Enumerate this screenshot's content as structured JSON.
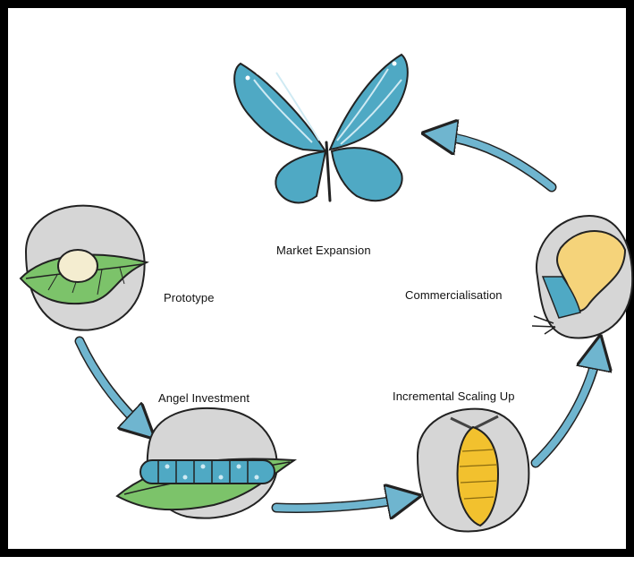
{
  "stages": [
    {
      "id": "prototype",
      "label": "Prototype",
      "icon": "egg-on-leaf-icon"
    },
    {
      "id": "angel",
      "label": "Angel Investment",
      "icon": "caterpillar-icon"
    },
    {
      "id": "incremental",
      "label": "Incremental Scaling Up",
      "icon": "chrysalis-icon"
    },
    {
      "id": "commercialisation",
      "label": "Commercialisation",
      "icon": "emerging-butterfly-icon"
    },
    {
      "id": "market",
      "label": "Market Expansion",
      "icon": "butterfly-icon"
    }
  ],
  "colors": {
    "arrow": "#6fb5cf",
    "disc": "#d6d6d6",
    "leaf": "#7cc36a",
    "butterfly": "#4fa9c4",
    "chrysalis": "#f2c12e",
    "wing_emerging": "#f5d37a"
  }
}
